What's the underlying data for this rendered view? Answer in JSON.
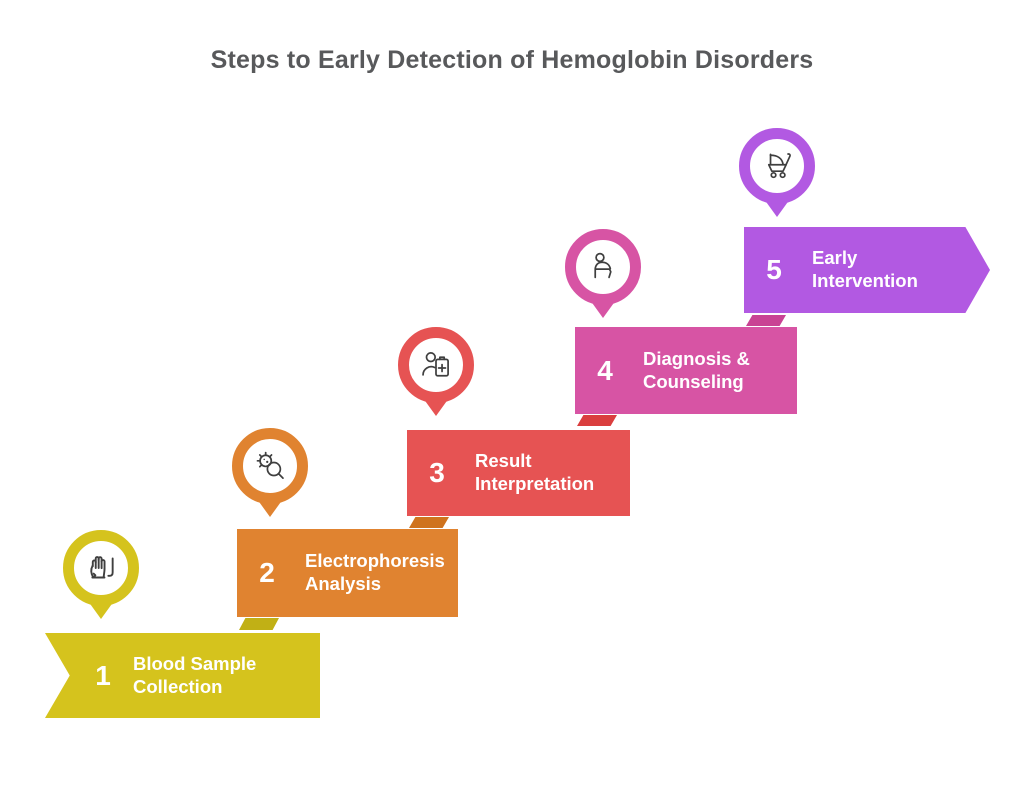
{
  "title": {
    "text": "Steps to Early Detection of Hemoglobin Disorders",
    "color": "#58595b"
  },
  "background_color": "#ffffff",
  "icon_stroke_color": "#3f3f3f",
  "steps": [
    {
      "number": "1",
      "label": "Blood Sample Collection",
      "color": "#d5c31d",
      "fold_color": "#c1b015",
      "icon": "gloved-hand-icon",
      "banner_shape": "ribbon-notch-left"
    },
    {
      "number": "2",
      "label": "Electrophoresis Analysis",
      "color": "#e08330",
      "fold_color": "#cf731e",
      "icon": "microbe-magnifier-icon",
      "banner_shape": "rectangle"
    },
    {
      "number": "3",
      "label": "Result Interpretation",
      "color": "#e65353",
      "fold_color": "#da3e3e",
      "icon": "patient-report-icon",
      "banner_shape": "rectangle"
    },
    {
      "number": "4",
      "label": "Diagnosis & Counseling",
      "color": "#d754a4",
      "fold_color": "#c94394",
      "icon": "counseling-person-icon",
      "banner_shape": "rectangle"
    },
    {
      "number": "5",
      "label": "Early Intervention",
      "color": "#b259e2",
      "fold_color": "#b259e2",
      "icon": "baby-stroller-icon",
      "banner_shape": "arrow-right"
    }
  ]
}
